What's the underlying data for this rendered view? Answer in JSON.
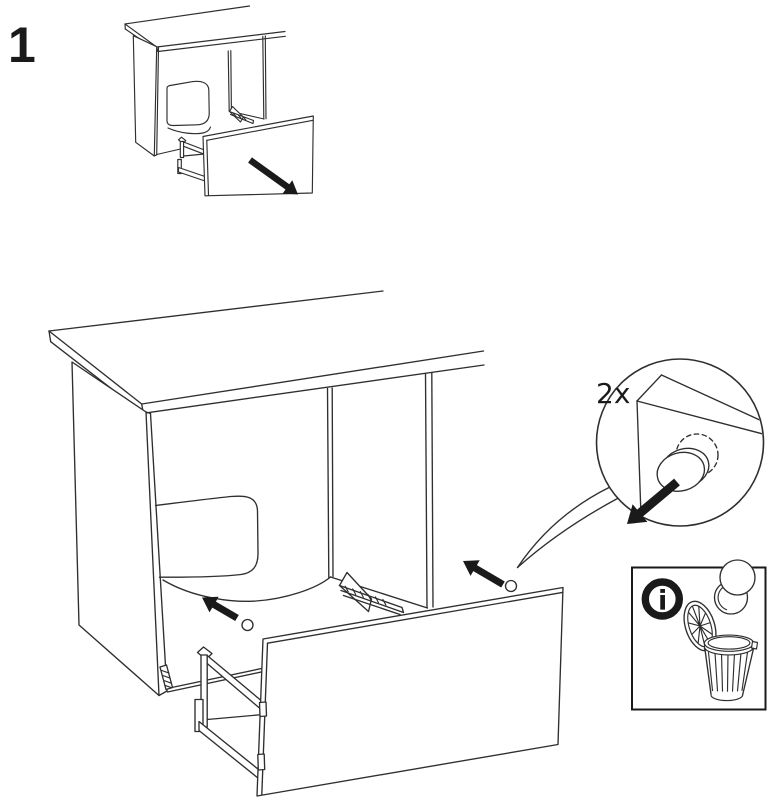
{
  "canvas": {
    "background": "#ffffff",
    "line_color": "#2f2f2f",
    "ink_color": "#1a1a1a"
  },
  "step": {
    "number": "1"
  },
  "detail_callout": {
    "quantity_label": "2x"
  },
  "info_box": {
    "icon_label": "i"
  },
  "icons": {
    "info": "info-icon",
    "trash": "trash-can-icon",
    "removal_arrows": "removal-arrow-icon",
    "pull_arrow": "pull-direction-arrow-icon"
  }
}
